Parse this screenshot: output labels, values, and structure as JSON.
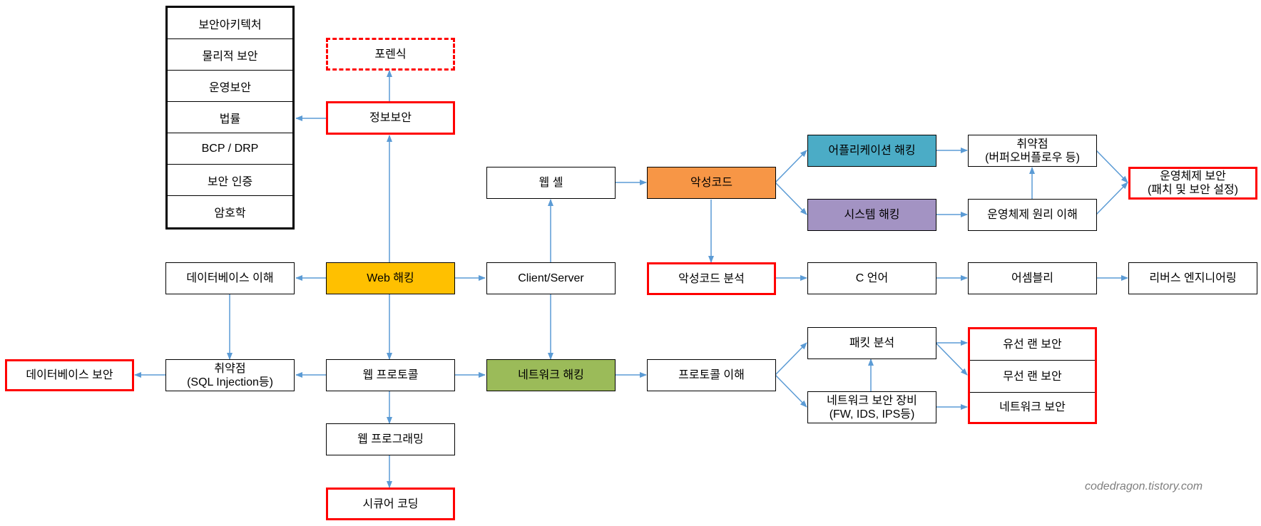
{
  "colors": {
    "arrow": "#5b9bd5",
    "web_hacking": "#ffc000",
    "network_hacking": "#9bbb59",
    "malware": "#f79646",
    "app_hacking": "#4bacc6",
    "system_hacking": "#a393c3",
    "highlight_border": "#ff0000"
  },
  "security_stack": [
    "보안아키텍처",
    "물리적 보안",
    "운영보안",
    "법률",
    "BCP / DRP",
    "보안 인증",
    "암호학"
  ],
  "nodes": {
    "forensic": "포렌식",
    "info_security": "정보보안",
    "db_understanding": "데이터베이스 이해",
    "web_hacking": "Web 해킹",
    "client_server": "Client/Server",
    "webshell": "웹 셸",
    "malware": "악성코드",
    "malware_analysis": "악성코드 분석",
    "c_language": "C 언어",
    "assembly": "어셈블리",
    "reversing": "리버스 엔지니어링",
    "app_hacking": "어플리케이션 해킹",
    "system_hacking": "시스템 해킹",
    "vuln_bof_title": "취약점",
    "vuln_bof_sub": "(버퍼오버플로우 등)",
    "os_principles": "운영체제 원리 이해",
    "os_security_title": "운영체제 보안",
    "os_security_sub": "(패치 및 보안 설정)",
    "db_security": "데이터베이스 보안",
    "vuln_sqli_title": "취약점",
    "vuln_sqli_sub": "(SQL Injection등)",
    "web_protocol": "웹 프로토콜",
    "network_hacking": "네트워크 해킹",
    "protocol_understanding": "프로토콜 이해",
    "packet_analysis": "패킷 분석",
    "net_device_title": "네트워크 보안 장비",
    "net_device_sub": "(FW, IDS, IPS등)",
    "wired_lan": "유선 랜 보안",
    "wireless_lan": "무선 랜 보안",
    "network_security": "네트워크 보안",
    "web_programming": "웹 프로그래밍",
    "secure_coding": "시큐어 코딩"
  },
  "watermark": "codedragon.tistory.com"
}
